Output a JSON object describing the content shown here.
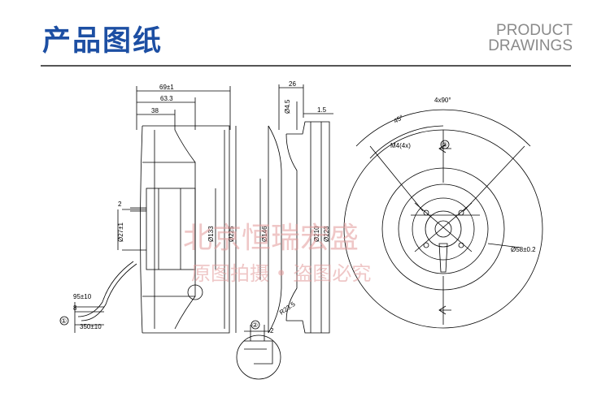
{
  "header": {
    "title": "产品图纸",
    "subtitle_line1": "PRODUCT",
    "subtitle_line2": "DRAWINGS"
  },
  "watermark": {
    "line1": "北京恒瑞宏盛",
    "line2": "原图拍摄 • 盗图必究"
  },
  "dimensions": {
    "d69": "69±1",
    "d63": "63.3",
    "d38": "38",
    "d26": "26",
    "d45": "Ø4.5",
    "d15": "1.5",
    "d2a": "2",
    "d27": "Ø27±1",
    "d133": "Ø133",
    "d225": "Ø225",
    "d146": "Ø146",
    "d210": "Ø210",
    "d223": "Ø223",
    "r235": "R23.5",
    "d2b": "2",
    "d95": "95±10",
    "d8": "8",
    "d350": "350±10",
    "angle4x90": "4x90°",
    "angle45": "45°",
    "m4": "M4(4x)",
    "d58": "Ø58±0.2",
    "callout1": "①",
    "callout2": "②",
    "callout3": "③"
  },
  "colors": {
    "title": "#1d4fa3",
    "subtitle": "#8a8a8a",
    "line": "#000000",
    "watermark": "#e29a9a"
  }
}
